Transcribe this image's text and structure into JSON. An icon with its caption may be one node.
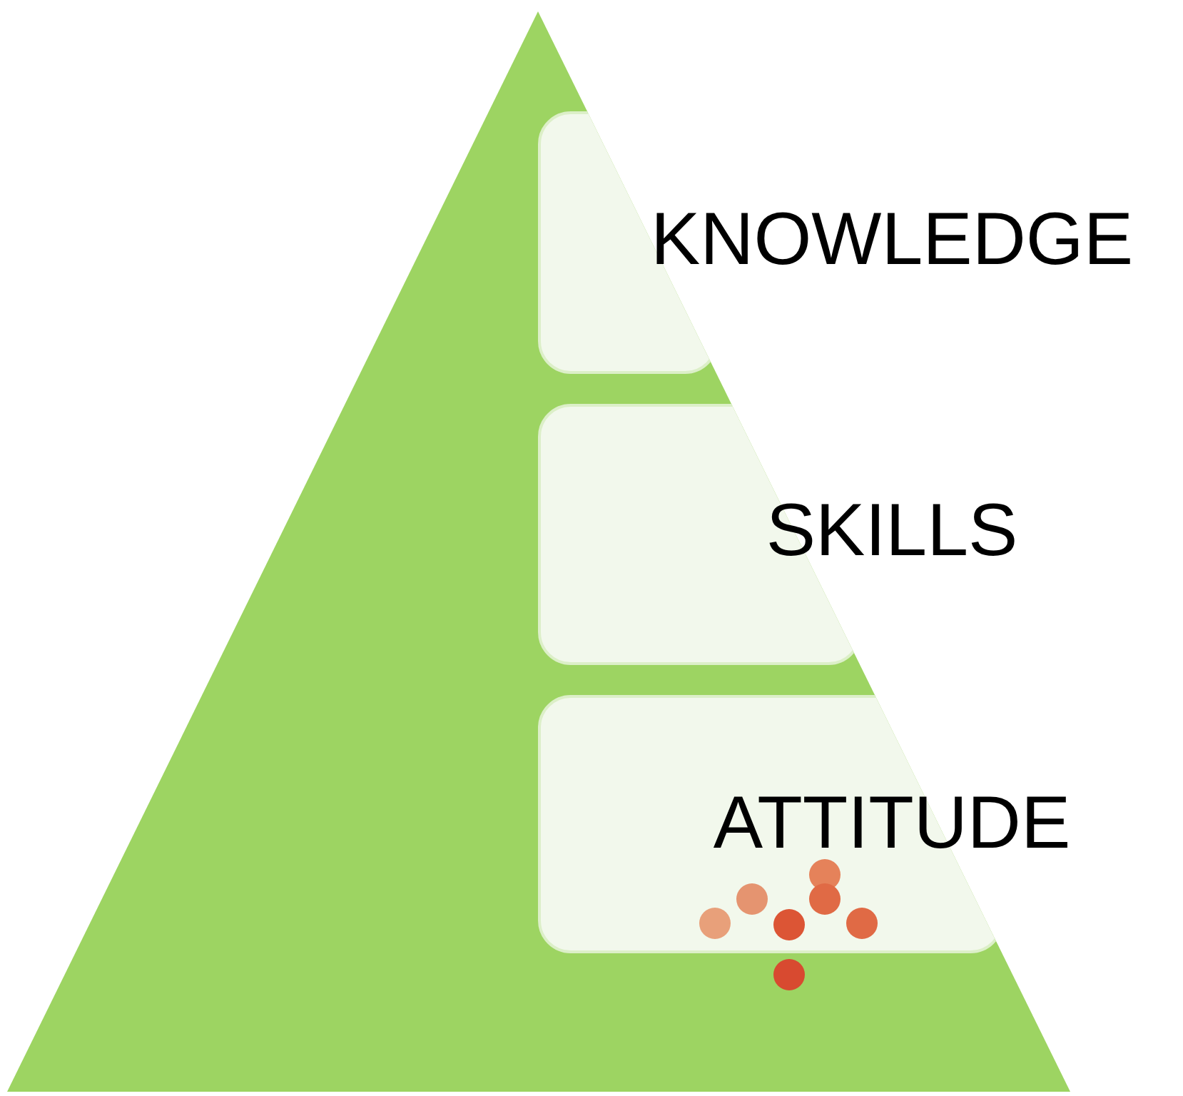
{
  "diagram": {
    "nodes": [
      {
        "text": [
          "KNOWLEDGE"
        ]
      },
      {
        "text": [
          "SKILLS"
        ]
      },
      {
        "text": [
          "ATTITUDE"
        ]
      }
    ]
  }
}
